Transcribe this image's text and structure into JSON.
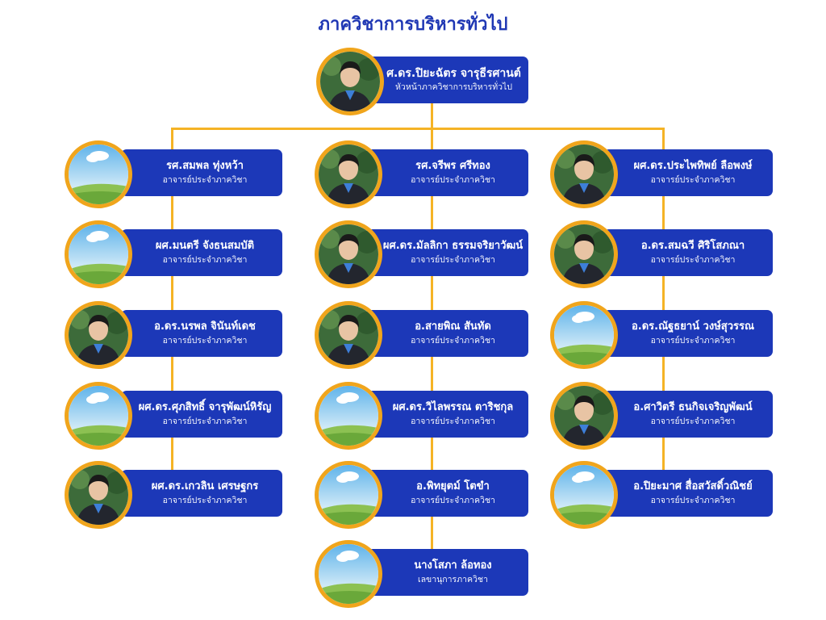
{
  "title": "ภาควิชาการบริหารทั่วไป",
  "colors": {
    "accent": "#f5b325",
    "card": "#1c38b8",
    "title": "#1f37b4"
  },
  "head": {
    "name": "ศ.ดร.ปิยะฉัตร จารุธีรศานต์",
    "role": "หัวหน้าภาควิชาการบริหารทั่วไป",
    "avatar": "person-photo"
  },
  "left": [
    {
      "name": "รศ.สมพล ทุ่งหว้า",
      "role": "อาจารย์ประจำภาควิชา",
      "avatar": "placeholder"
    },
    {
      "name": "ผศ.มนตรี จังธนสมบัติ",
      "role": "อาจารย์ประจำภาควิชา",
      "avatar": "placeholder"
    },
    {
      "name": "อ.ดร.นรพล จินันท์เดช",
      "role": "อาจารย์ประจำภาควิชา",
      "avatar": "person-photo"
    },
    {
      "name": "ผศ.ดร.ศุภสิทธิ์ จารุพัฒน์หิรัญ",
      "role": "อาจารย์ประจำภาควิชา",
      "avatar": "placeholder"
    },
    {
      "name": "ผศ.ดร.เกวลิน เศรษฐกร",
      "role": "อาจารย์ประจำภาควิชา",
      "avatar": "person-photo"
    }
  ],
  "middle": [
    {
      "name": "รศ.จรีพร ศรีทอง",
      "role": "อาจารย์ประจำภาควิชา",
      "avatar": "person-photo"
    },
    {
      "name": "ผศ.ดร.มัลลิกา ธรรมจริยาวัฒน์",
      "role": "อาจารย์ประจำภาควิชา",
      "avatar": "person-photo"
    },
    {
      "name": "อ.สายพิณ สันทัด",
      "role": "อาจารย์ประจำภาควิชา",
      "avatar": "person-photo"
    },
    {
      "name": "ผศ.ดร.วิไลพรรณ ตาริชกุล",
      "role": "อาจารย์ประจำภาควิชา",
      "avatar": "placeholder"
    },
    {
      "name": "อ.พิทยุตม์ โตขำ",
      "role": "อาจารย์ประจำภาควิชา",
      "avatar": "placeholder"
    },
    {
      "name": "นางโสภา ล้อทอง",
      "role": "เลขานุการภาควิชา",
      "avatar": "placeholder"
    }
  ],
  "right": [
    {
      "name": "ผศ.ดร.ประไพทิพย์ ลือพงษ์",
      "role": "อาจารย์ประจำภาควิชา",
      "avatar": "person-photo"
    },
    {
      "name": "อ.ดร.สมฉวี ศิริโสภณา",
      "role": "อาจารย์ประจำภาควิชา",
      "avatar": "person-photo"
    },
    {
      "name": "อ.ดร.ณัฐธยาน์ วงษ์สุวรรณ",
      "role": "อาจารย์ประจำภาควิชา",
      "avatar": "placeholder"
    },
    {
      "name": "อ.ศาวิตรี ธนกิจเจริญพัฒน์",
      "role": "อาจารย์ประจำภาควิชา",
      "avatar": "person-photo"
    },
    {
      "name": "อ.ปิยะมาศ สื่อสวัสดิ์วณิชย์",
      "role": "อาจารย์ประจำภาควิชา",
      "avatar": "placeholder"
    }
  ]
}
